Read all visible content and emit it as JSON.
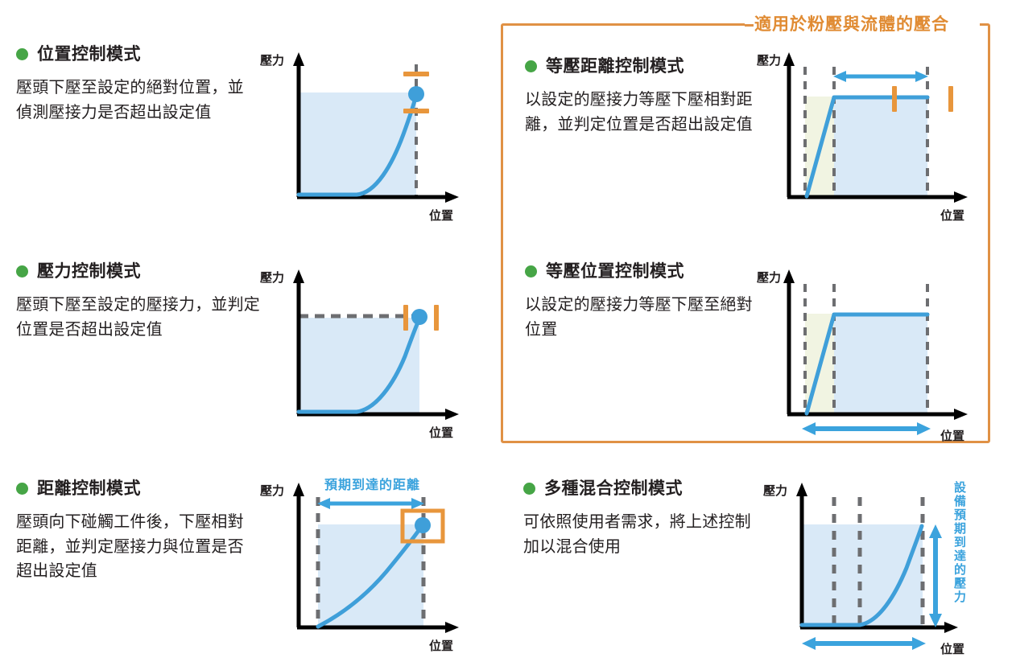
{
  "page": {
    "bullet_color": "#46a546",
    "accent_orange": "#e09145",
    "accent_blue": "#3ba3dd",
    "curve_blue": "#3f9fd9",
    "fill_blue": "#d9e9f7",
    "fill_green": "#f1f4e2",
    "dash_gray": "#6d6e71"
  },
  "group_badge": {
    "label": "適用於粉壓與流體的壓合"
  },
  "panels": [
    {
      "id": "position-control",
      "title": "位置控制模式",
      "desc": "壓頭下壓至設定的絕對位置，並偵測壓接力是否超出設定值",
      "chart": {
        "y_axis_label": "壓力",
        "x_axis_label": "位置",
        "annotations": []
      }
    },
    {
      "id": "isobaric-distance-control",
      "title": "等壓距離控制模式",
      "desc": "以設定的壓接力等壓下壓相對距離，並判定位置是否超出設定值",
      "chart": {
        "y_axis_label": "壓力",
        "x_axis_label": "位置",
        "annotations": []
      }
    },
    {
      "id": "pressure-control",
      "title": "壓力控制模式",
      "desc": "壓頭下壓至設定的壓接力，並判定位置是否超出設定值",
      "chart": {
        "y_axis_label": "壓力",
        "x_axis_label": "位置",
        "annotations": []
      }
    },
    {
      "id": "isobaric-position-control",
      "title": "等壓位置控制模式",
      "desc": "以設定的壓接力等壓下壓至絕對位置",
      "chart": {
        "y_axis_label": "壓力",
        "x_axis_label": "位置",
        "annotations": []
      }
    },
    {
      "id": "distance-control",
      "title": "距離控制模式",
      "desc": "壓頭向下碰觸工件後，下壓相對距離，並判定壓接力與位置是否超出設定值",
      "chart": {
        "y_axis_label": "壓力",
        "x_axis_label": "位置",
        "annotations": [
          "預期到達的距離"
        ]
      }
    },
    {
      "id": "multi-mixed-control",
      "title": "多種混合控制模式",
      "desc": "可依照使用者需求，將上述控制加以混合使用",
      "chart": {
        "y_axis_label": "壓力",
        "x_axis_label": "位置",
        "annotations": [
          "設備預期到達的壓力"
        ]
      }
    }
  ],
  "chart_data": [
    {
      "type": "line",
      "id": "position-control-chart",
      "title": "",
      "xlabel": "位置",
      "ylabel": "壓力",
      "xlim": [
        0,
        10
      ],
      "ylim": [
        0,
        10
      ],
      "grid": false,
      "series": [
        {
          "name": "press-curve",
          "x": [
            0.4,
            2.6,
            4.6,
            6.0,
            6.9,
            7.4,
            7.6
          ],
          "y": [
            0.15,
            0.15,
            2.6,
            3.9,
            5.4,
            6.6,
            7.2
          ]
        }
      ],
      "area_fill": {
        "x_from": 0.4,
        "x_to": 7.6,
        "y_top": 7.2
      },
      "markers": [
        {
          "kind": "point",
          "x": 7.6,
          "y": 7.2,
          "color": "#3f9fd9"
        },
        {
          "kind": "orange-tick-upper",
          "x": 7.6,
          "y": 8.5
        },
        {
          "kind": "orange-tick-lower",
          "x": 7.6,
          "y": 6.1
        }
      ],
      "vlines": [
        7.6
      ]
    },
    {
      "type": "line",
      "id": "isobaric-distance-chart",
      "title": "",
      "xlabel": "位置",
      "ylabel": "壓力",
      "xlim": [
        0,
        10
      ],
      "ylim": [
        0,
        10
      ],
      "grid": false,
      "series": [
        {
          "name": "press-curve",
          "x": [
            2.4,
            4.0,
            9.0
          ],
          "y": [
            0.0,
            6.4,
            6.4
          ]
        }
      ],
      "area_fill": {
        "x_from": 4.0,
        "x_to": 9.0,
        "y_top": 6.4
      },
      "green_fill": {
        "x_from": 2.2,
        "x_to": 4.0,
        "y_top": 6.4
      },
      "markers": [
        {
          "kind": "orange-tick",
          "x": 7.3,
          "y": 6.4
        },
        {
          "kind": "orange-tick",
          "x": 10.2,
          "y": 6.4
        }
      ],
      "vlines": [
        2.2,
        4.0,
        9.0
      ],
      "arrows": [
        {
          "kind": "double-horizontal",
          "x_from": 4.0,
          "x_to": 9.0,
          "y": 8.0
        }
      ]
    },
    {
      "type": "line",
      "id": "pressure-control-chart",
      "title": "",
      "xlabel": "位置",
      "ylabel": "壓力",
      "xlim": [
        0,
        10
      ],
      "ylim": [
        0,
        10
      ],
      "grid": false,
      "series": [
        {
          "name": "press-curve",
          "x": [
            0.4,
            2.6,
            4.8,
            6.2,
            7.0,
            7.5,
            7.7
          ],
          "y": [
            0.15,
            0.15,
            2.6,
            4.0,
            5.6,
            6.9,
            7.4
          ]
        }
      ],
      "area_fill": {
        "x_from": 0.4,
        "x_to": 7.7,
        "y_top": 7.6
      },
      "hlines": [
        7.6
      ],
      "markers": [
        {
          "kind": "point",
          "x": 7.7,
          "y": 7.4,
          "color": "#3f9fd9"
        },
        {
          "kind": "orange-tick-vertical",
          "x": 7.0,
          "y": 7.4
        },
        {
          "kind": "orange-tick-vertical",
          "x": 8.6,
          "y": 7.4
        }
      ]
    },
    {
      "type": "line",
      "id": "isobaric-position-chart",
      "title": "",
      "xlabel": "位置",
      "ylabel": "壓力",
      "xlim": [
        0,
        10
      ],
      "ylim": [
        0,
        10
      ],
      "grid": false,
      "series": [
        {
          "name": "press-curve",
          "x": [
            2.4,
            4.0,
            9.0
          ],
          "y": [
            0.0,
            6.6,
            6.6
          ]
        }
      ],
      "area_fill": {
        "x_from": 4.0,
        "x_to": 9.0,
        "y_top": 6.6
      },
      "green_fill": {
        "x_from": 2.2,
        "x_to": 4.0,
        "y_top": 6.6
      },
      "vlines": [
        2.2,
        4.0,
        9.0
      ],
      "arrows": [
        {
          "kind": "double-horizontal",
          "x_from": 2.2,
          "x_to": 9.0,
          "y": -1.0
        }
      ]
    },
    {
      "type": "line",
      "id": "distance-control-chart",
      "title": "",
      "xlabel": "位置",
      "ylabel": "壓力",
      "xlim": [
        0,
        10
      ],
      "ylim": [
        0,
        10
      ],
      "grid": false,
      "series": [
        {
          "name": "press-curve",
          "x": [
            3.3,
            4.6,
            5.8,
            6.8,
            7.4,
            7.7
          ],
          "y": [
            0.0,
            1.6,
            3.0,
            4.6,
            6.1,
            7.1
          ]
        }
      ],
      "area_fill": {
        "x_from": 3.3,
        "x_to": 7.7,
        "y_top": 7.1
      },
      "vlines": [
        3.3,
        7.7
      ],
      "markers": [
        {
          "kind": "point",
          "x": 7.7,
          "y": 7.1,
          "color": "#3f9fd9"
        },
        {
          "kind": "orange-box",
          "x": 7.7,
          "y": 7.1
        }
      ],
      "arrows": [
        {
          "kind": "double-horizontal",
          "x_from": 3.3,
          "x_to": 7.7,
          "y": 8.6
        }
      ],
      "annotation_label": "預期到達的距離"
    },
    {
      "type": "line",
      "id": "multi-mixed-chart",
      "title": "",
      "xlabel": "位置",
      "ylabel": "壓力",
      "xlim": [
        0,
        10
      ],
      "ylim": [
        0,
        10
      ],
      "grid": false,
      "series": [
        {
          "name": "press-curve",
          "x": [
            0.3,
            3.4,
            5.2,
            6.4,
            7.3,
            7.9,
            8.2
          ],
          "y": [
            0.1,
            0.1,
            1.9,
            3.4,
            5.0,
            6.5,
            7.3
          ]
        }
      ],
      "area_fill": {
        "x_from": 0.3,
        "x_to": 8.2,
        "y_top": 7.3
      },
      "vlines": [
        2.6,
        3.4,
        8.2
      ],
      "arrows": [
        {
          "kind": "double-horizontal",
          "x_from": 0.3,
          "x_to": 8.2,
          "y": -1.0
        },
        {
          "kind": "double-vertical",
          "x": 8.8,
          "y_from": 0.1,
          "y_to": 7.3
        }
      ],
      "annotation_label": "設備預期到達的壓力"
    }
  ]
}
